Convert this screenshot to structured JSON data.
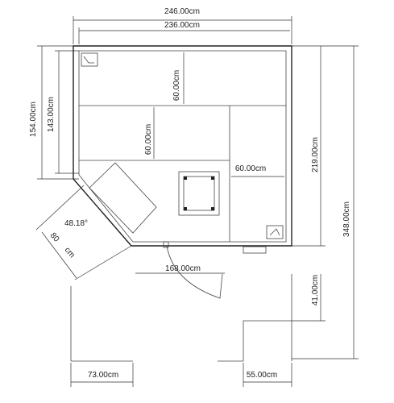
{
  "dimensions": {
    "top_outer": "246.00cm",
    "top_inner": "236.00cm",
    "left_outer": "154.00cm",
    "left_inner": "143.00cm",
    "upper_bench": "60.00cm",
    "middle_bench": "60.00cm",
    "side_bench": "60.00cm",
    "right_inner": "219.00cm",
    "right_outer": "348.00cm",
    "door": "168.00cm",
    "angle": "48.18°",
    "diagonal_a": "80",
    "diagonal_b": "cm",
    "entry_depth": "41.00cm",
    "bottom_left": "73.00cm",
    "bottom_right": "55.00cm"
  }
}
